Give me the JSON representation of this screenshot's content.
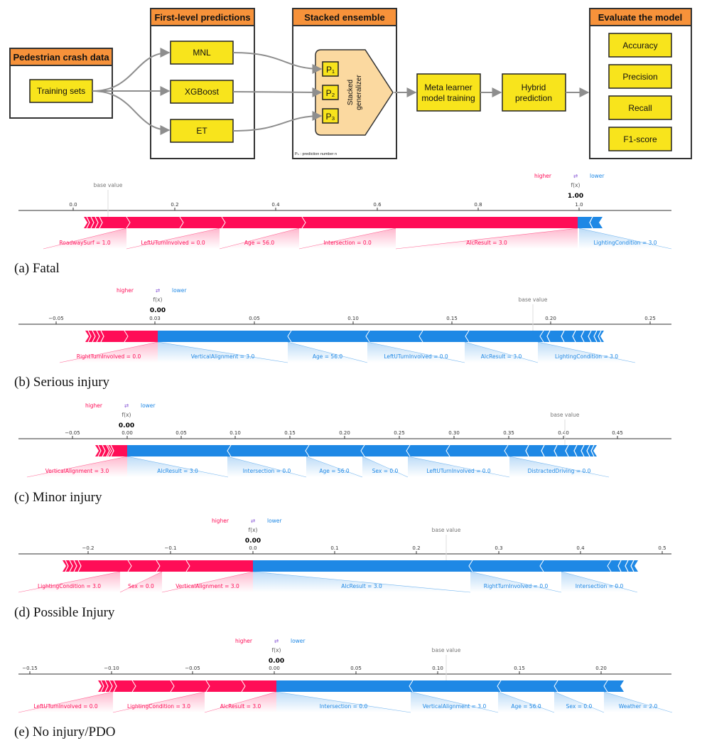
{
  "diagram": {
    "panels": [
      {
        "title": "Pedestrian crash data"
      },
      {
        "title": "First-level predictions"
      },
      {
        "title": "Stacked ensemble"
      },
      {
        "title": "Evaluate the model"
      }
    ],
    "training": "Training sets",
    "models": [
      "MNL",
      "XGBoost",
      "ET"
    ],
    "preds": [
      "P₁",
      "P₂",
      "P₃"
    ],
    "stacked_label_1": "Stacked",
    "stacked_label_2": "generalizer",
    "footnote": "Pₙ : prediction number n",
    "meta_1": "Meta learner",
    "meta_2": "model training",
    "hybrid_1": "Hybrid",
    "hybrid_2": "prediction",
    "metrics": [
      "Accuracy",
      "Precision",
      "Recall",
      "F1-score"
    ]
  },
  "shap": {
    "higher": "higher",
    "lower": "lower",
    "arrows": "⇄",
    "fx_label": "f(x)",
    "base_label": "base value",
    "colors": {
      "higher": "#ff0d57",
      "lower": "#1e88e5"
    },
    "plots": [
      {
        "caption": "(a)  Fatal",
        "fx": "1.00",
        "ticks": [
          "0.0",
          "0.2",
          "0.4",
          "0.6",
          "0.8",
          "1.0"
        ],
        "ticks_corrupt": {
          "5": "1.0"
        },
        "red": [
          "RoadwaySurf = 1.0",
          "LeftUTurnInvolved = 0.0",
          "Age = 56.0",
          "Intersection = 0.0",
          "AlcResult = 3.0"
        ],
        "blue": [
          "LightingCondition = 3.0"
        ]
      },
      {
        "caption": "(b)  Serious injury",
        "fx": "0.00",
        "ticks": [
          "−0.05",
          "0.03",
          "0.05",
          "0.10",
          "0.15",
          "0.20",
          "0.25"
        ],
        "red": [
          "RightTurnInvolved = 0.0"
        ],
        "blue": [
          "VerticalAlignment = 3.0",
          "Age = 56.0",
          "LeftUTurnInvolved = 0.0",
          "AlcResult = 3.0",
          "LightingCondition = 3.0"
        ]
      },
      {
        "caption": "(c)  Minor injury",
        "fx": "0.00",
        "ticks": [
          "−0.05",
          "0.00",
          "0.05",
          "0.10",
          "0.15",
          "0.20",
          "0.25",
          "0.30",
          "0.35",
          "0.40",
          "0.45"
        ],
        "red": [
          "VerticalAlignment = 3.0"
        ],
        "blue": [
          "AlcResult = 3.0",
          "Intersection = 0.0",
          "Age = 56.0",
          "Sex = 0.0",
          "LeftUTurnInvolved = 0.0",
          "DistractedDriving = 0.0"
        ]
      },
      {
        "caption": "(d)  Possible Injury",
        "fx": "0.00",
        "ticks": [
          "−0.2",
          "−0.1",
          "0.0",
          "0.1",
          "0.2",
          "0.3",
          "0.4",
          "0.5"
        ],
        "red": [
          "LightingCondition = 3.0",
          "Sex = 0.0",
          "VerticalAlignment = 3.0"
        ],
        "blue": [
          "AlcResult = 3.0",
          "RightTurnInvolved = 0.0",
          "Intersection = 0.0"
        ]
      },
      {
        "caption": "(e)  No injury/PDO",
        "fx": "0.00",
        "ticks": [
          "−0.15",
          "−0.10",
          "−0.05",
          "0.00",
          "0.05",
          "0.10",
          "0.15",
          "0.20"
        ],
        "red": [
          "LeftUTurnInvolved = 0.0",
          "LightingCondition = 3.0",
          "AlcResult = 3.0"
        ],
        "blue": [
          "Intersection = 0.0",
          "VerticalAlignment = 3.0",
          "Age = 56.0",
          "Sex = 0.0",
          "Weather = 2.0"
        ]
      }
    ]
  }
}
